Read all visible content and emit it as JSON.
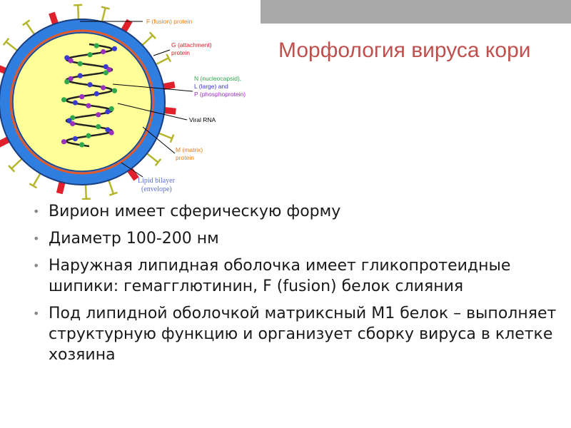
{
  "title": "Морфология вируса кори",
  "diagram": {
    "labels": {
      "f_protein": "F (fusion) protein",
      "g_protein_1": "G (attachment)",
      "g_protein_2": "protein",
      "n_line": "N (nucleocapsid),",
      "l_line": "L (large) and",
      "p_line": "P (phosphoprotein)",
      "viral_rna": "Viral RNA",
      "m_protein_1": "M (matrix)",
      "m_protein_2": "protein",
      "lipid_1": "Lipid bilayer",
      "lipid_2": "(envelope)"
    },
    "colors": {
      "envelope": "#2f7ee0",
      "core": "#ffff99",
      "f_protein": "#b5b52b",
      "g_protein": "#e0202a",
      "label_orange": "#e87d12",
      "label_red": "#e0202a",
      "label_green": "#2ea84a",
      "label_blue": "#3a3ad0",
      "label_purple": "#9b30c0",
      "label_lipid": "#5a6fd0"
    }
  },
  "bullets": [
    "Вирион имеет сферическую форму",
    "Диаметр 100-200 нм",
    "Наружная липидная оболочка имеет гликопротеидные шипики: гемагглютинин, F (fusion) белок слияния",
    "Под липидной оболочкой матриксный М1 белок – выполняет структурную функцию и организует сборку вируса в клетке хозяина"
  ]
}
